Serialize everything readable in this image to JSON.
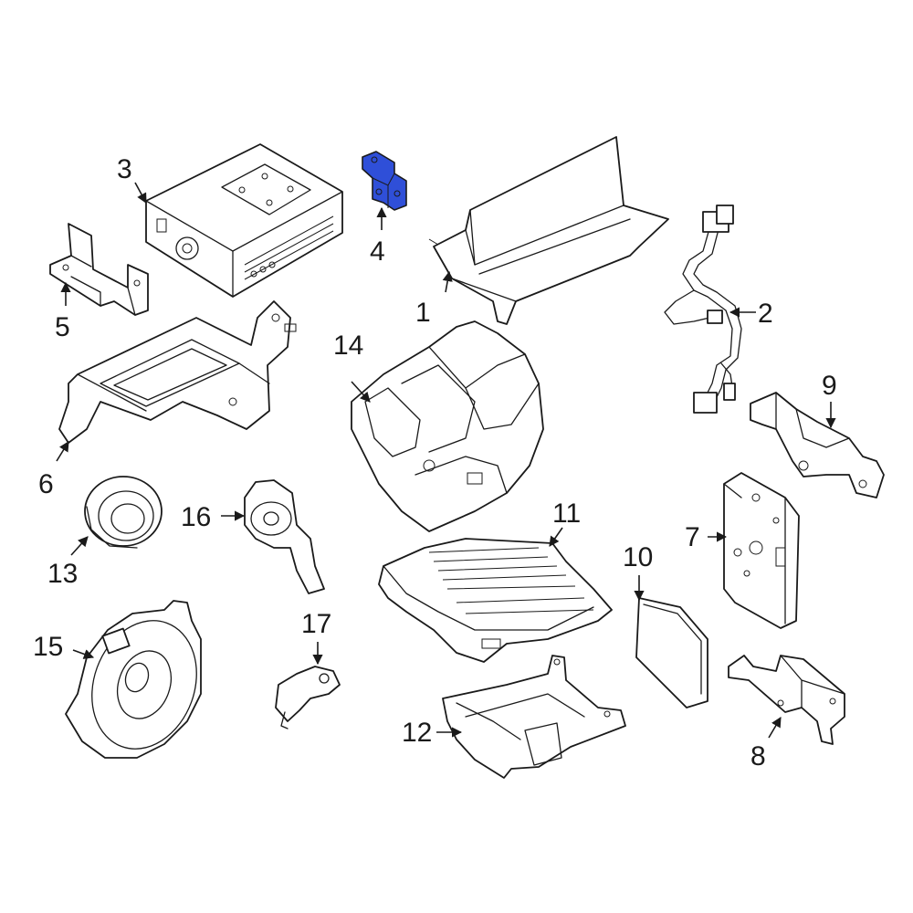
{
  "highlight_color": "#2f4fd8",
  "callouts": [
    {
      "id": "1",
      "label": "1"
    },
    {
      "id": "2",
      "label": "2"
    },
    {
      "id": "3",
      "label": "3"
    },
    {
      "id": "4",
      "label": "4",
      "highlighted": true
    },
    {
      "id": "5",
      "label": "5"
    },
    {
      "id": "6",
      "label": "6"
    },
    {
      "id": "7",
      "label": "7"
    },
    {
      "id": "8",
      "label": "8"
    },
    {
      "id": "9",
      "label": "9"
    },
    {
      "id": "10",
      "label": "10"
    },
    {
      "id": "11",
      "label": "11"
    },
    {
      "id": "12",
      "label": "12"
    },
    {
      "id": "13",
      "label": "13"
    },
    {
      "id": "14",
      "label": "14"
    },
    {
      "id": "15",
      "label": "15"
    },
    {
      "id": "16",
      "label": "16"
    },
    {
      "id": "17",
      "label": "17"
    }
  ]
}
